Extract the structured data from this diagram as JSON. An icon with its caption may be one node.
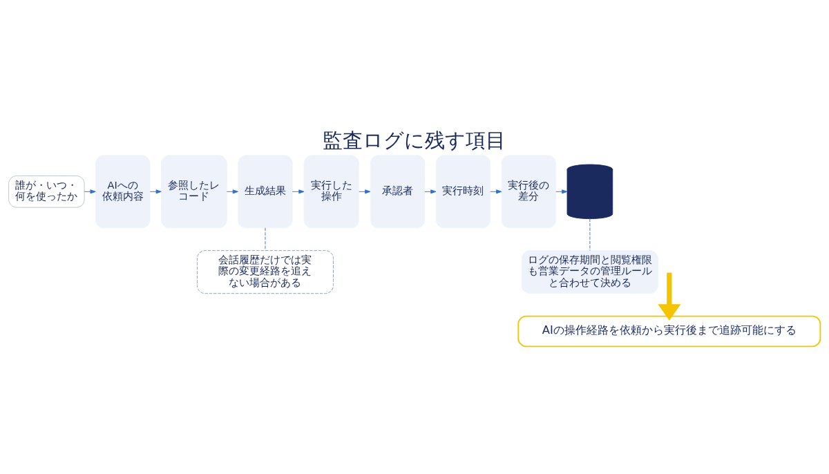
{
  "diagram": {
    "title": "監査ログに残す項目",
    "nodes": [
      {
        "text": [
          "誰が・いつ・何を使ったか"
        ]
      },
      {
        "text": [
          "AIへの依頼内容"
        ]
      },
      {
        "text": [
          "参照したレコード"
        ]
      },
      {
        "text": [
          "生成結果"
        ]
      },
      {
        "text": [
          "実行した操作"
        ]
      },
      {
        "text": [
          "承認者"
        ]
      },
      {
        "text": [
          "実行時刻"
        ]
      },
      {
        "text": [
          "実行後の差分"
        ]
      },
      {
        "text": [],
        "shape": "cylinder"
      },
      {
        "text": [
          "会話履歴だけでは実際の変更経路を追えない場合がある"
        ]
      },
      {
        "text": [
          "ログの保存期間と閲覧権限も営業データの管理ルールと合わせて決める"
        ]
      },
      {
        "text": [
          "AIの操作経路を依頼から実行後まで追跡可能にする"
        ]
      }
    ],
    "edges": [
      {
        "from": 0,
        "to": 1,
        "arrow": "to"
      },
      {
        "from": 1,
        "to": 2,
        "arrow": "to"
      },
      {
        "from": 2,
        "to": 3,
        "arrow": "to"
      },
      {
        "from": 3,
        "to": 4,
        "arrow": "to"
      },
      {
        "from": 4,
        "to": 5,
        "arrow": "to"
      },
      {
        "from": 5,
        "to": 6,
        "arrow": "to"
      },
      {
        "from": 6,
        "to": 7,
        "arrow": "to"
      },
      {
        "from": 7,
        "to": 8,
        "arrow": "to"
      },
      {
        "from": 3,
        "to": 9,
        "arrow": "none",
        "style": "dashed"
      },
      {
        "from": 8,
        "to": 10,
        "arrow": "none",
        "style": "dashed"
      },
      {
        "from": null,
        "to": 11,
        "arrow": "to",
        "style": "thick",
        "color": "#f5c400"
      }
    ]
  }
}
